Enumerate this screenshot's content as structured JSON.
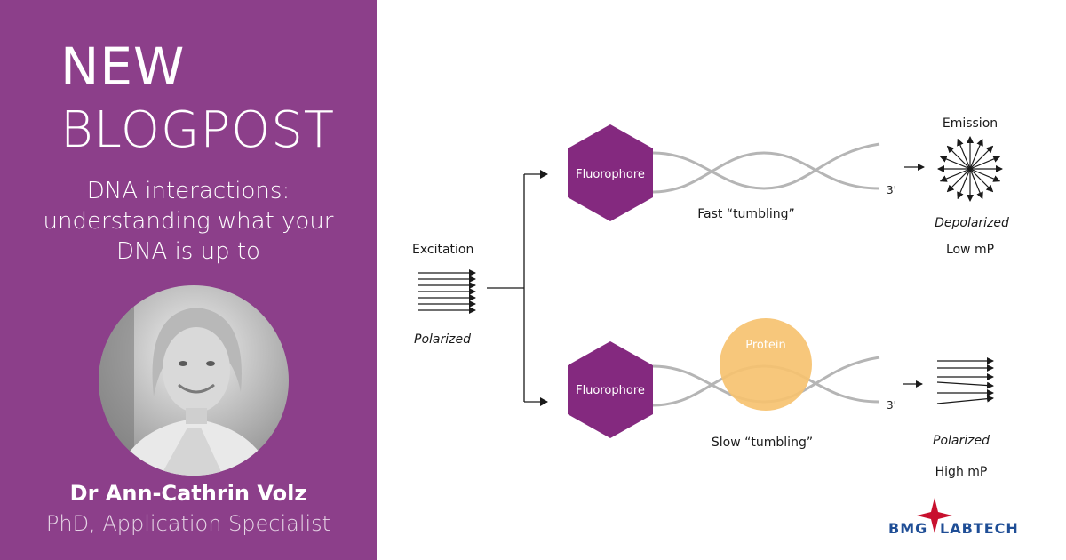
{
  "banner": {
    "headline_line1": "NEW",
    "headline_line2": "BLOGPOST",
    "subtitle_lines": [
      "DNA interactions:",
      "understanding what your",
      "DNA is up to"
    ],
    "author_name": "Dr Ann-Cathrin Volz",
    "author_role": "PhD, Application Specialist",
    "panel_color": "#8c3f8a"
  },
  "diagram": {
    "excitation_label": "Excitation",
    "excitation_state": "Polarized",
    "top_branch": {
      "fluorophore_label": "Fluorophore",
      "end_label": "3'",
      "motion_label": "Fast “tumbling”",
      "emission_label": "Emission",
      "emission_state": "Depolarized",
      "signal_label": "Low mP"
    },
    "bottom_branch": {
      "fluorophore_label": "Fluorophore",
      "protein_label": "Protein",
      "end_label": "3'",
      "motion_label": "Slow “tumbling”",
      "emission_state": "Polarized",
      "signal_label": "High mP"
    },
    "colors": {
      "fluorophore": "#84297f",
      "protein": "#f6c270",
      "dna_strand": "#b5b5b5"
    }
  },
  "logo": {
    "text_left": "BMG",
    "text_right": "LABTECH",
    "color_text": "#1f4e96",
    "color_star": "#c8102e"
  }
}
